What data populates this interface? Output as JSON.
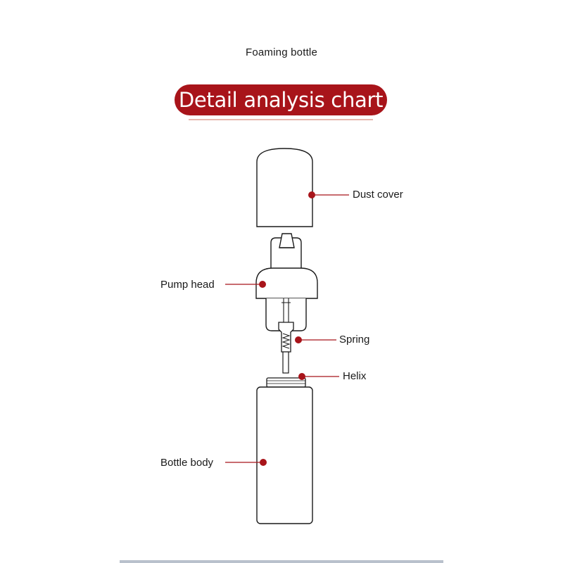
{
  "header": {
    "subtitle": "Foaming bottle",
    "banner_title": "Detail analysis chart"
  },
  "labels": {
    "dust_cover": "Dust cover",
    "pump_head": "Pump head",
    "spring": "Spring",
    "helix": "Helix",
    "bottle_body": "Bottle body"
  },
  "colors": {
    "accent": "#a8141a",
    "outline": "#1a1a1a",
    "banner_underline": "#e7b8ae"
  }
}
